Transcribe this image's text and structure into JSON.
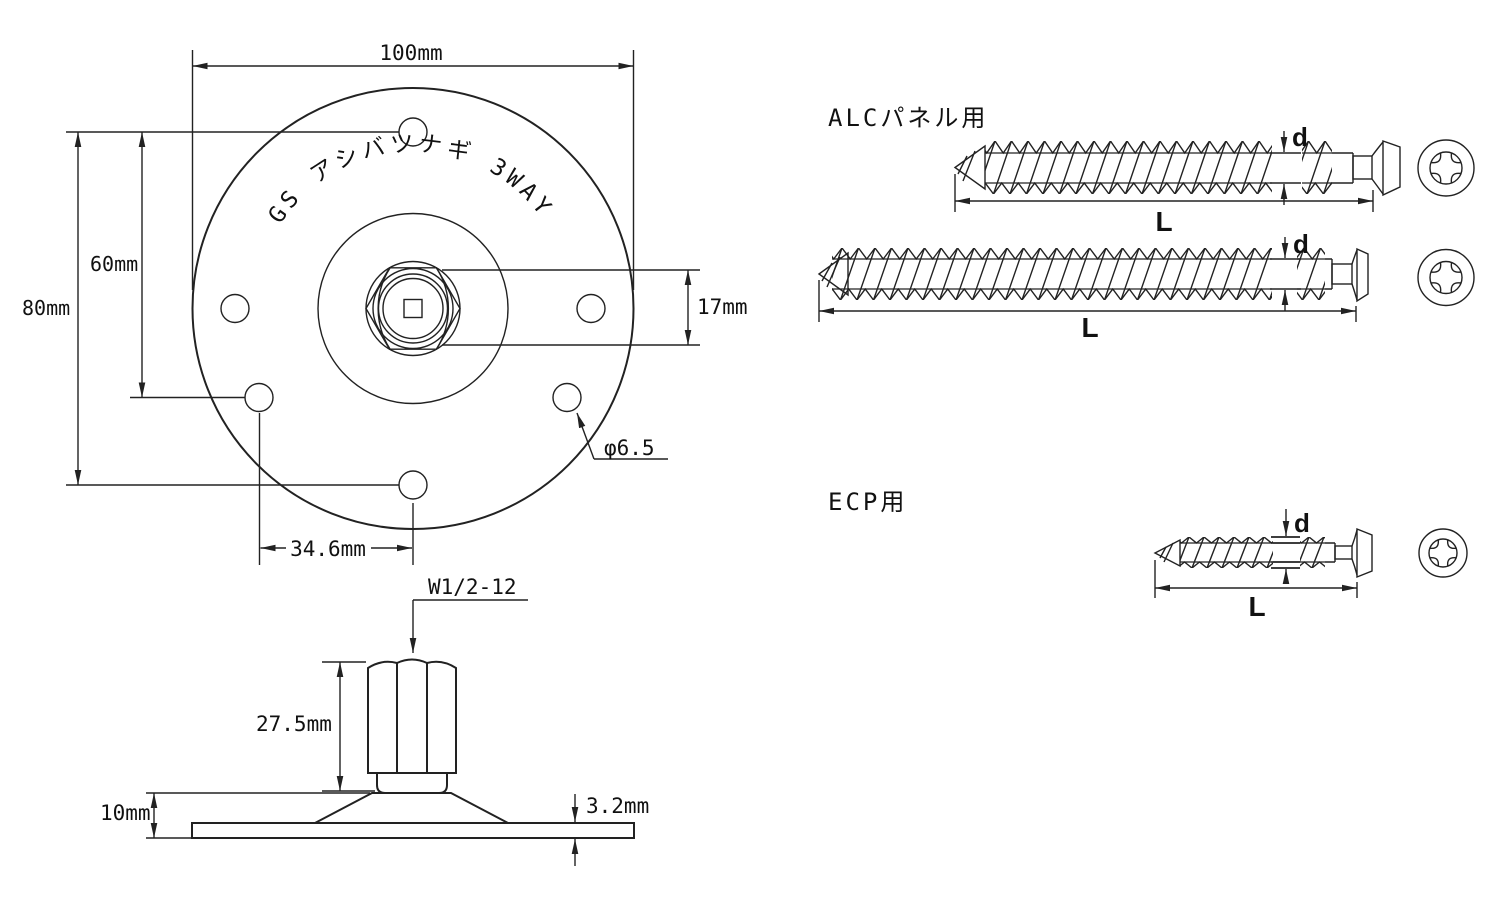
{
  "page": {
    "background": "#ffffff",
    "line_color": "#222222"
  },
  "top_view": {
    "engraving": "GS アシバツナギ 3WAY",
    "dim_width": "100mm",
    "dim_height": "80mm",
    "dim_upper": "60mm",
    "dim_nut_flat": "17mm",
    "dim_hole_pitch": "34.6mm",
    "hole_callout": "φ6.5"
  },
  "side_view": {
    "thread_callout": "W1/2-12",
    "dim_nut_height": "27.5mm",
    "dim_base_height": "10mm",
    "dim_plate_thickness": "3.2mm"
  },
  "screws": {
    "alc_heading": "ALCパネル用",
    "ecp_heading": "ECP用",
    "label_d": "d",
    "label_L": "L"
  }
}
